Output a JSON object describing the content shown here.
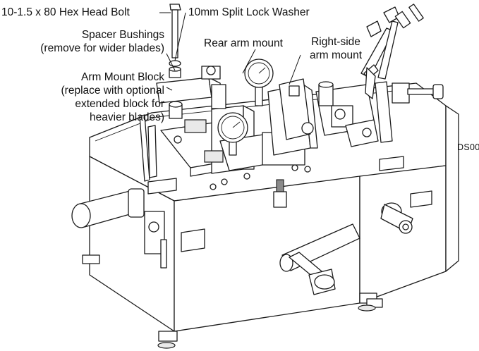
{
  "labels": {
    "hex_bolt": "10-1.5 x 80 Hex Head Bolt",
    "lock_washer": "10mm Split Lock Washer",
    "spacer_line1": "Spacer Bushings",
    "spacer_line2": "(remove for wider blades)",
    "rear_arm": "Rear arm mount",
    "right_arm_line1": "Right-side",
    "right_arm_line2": "arm mount",
    "block_line1": "Arm Mount Block",
    "block_line2": "(replace with optional",
    "block_line3": "extended block for",
    "block_line4": "heavier blades)",
    "drawing_code": "DS00"
  }
}
